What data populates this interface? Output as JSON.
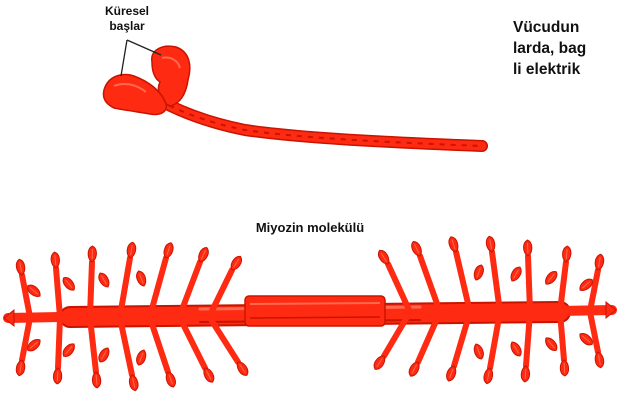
{
  "labels": {
    "heads_line1": "Küresel",
    "heads_line2": "başlar",
    "molecule": "Miyozin molekülü"
  },
  "body_text": {
    "line1": "Vücudun",
    "line2": "larda, bag",
    "line3": "li elektrik"
  },
  "colors": {
    "protein": "#ff2a12",
    "protein_dark": "#c81400",
    "protein_light": "#ff6a50"
  }
}
